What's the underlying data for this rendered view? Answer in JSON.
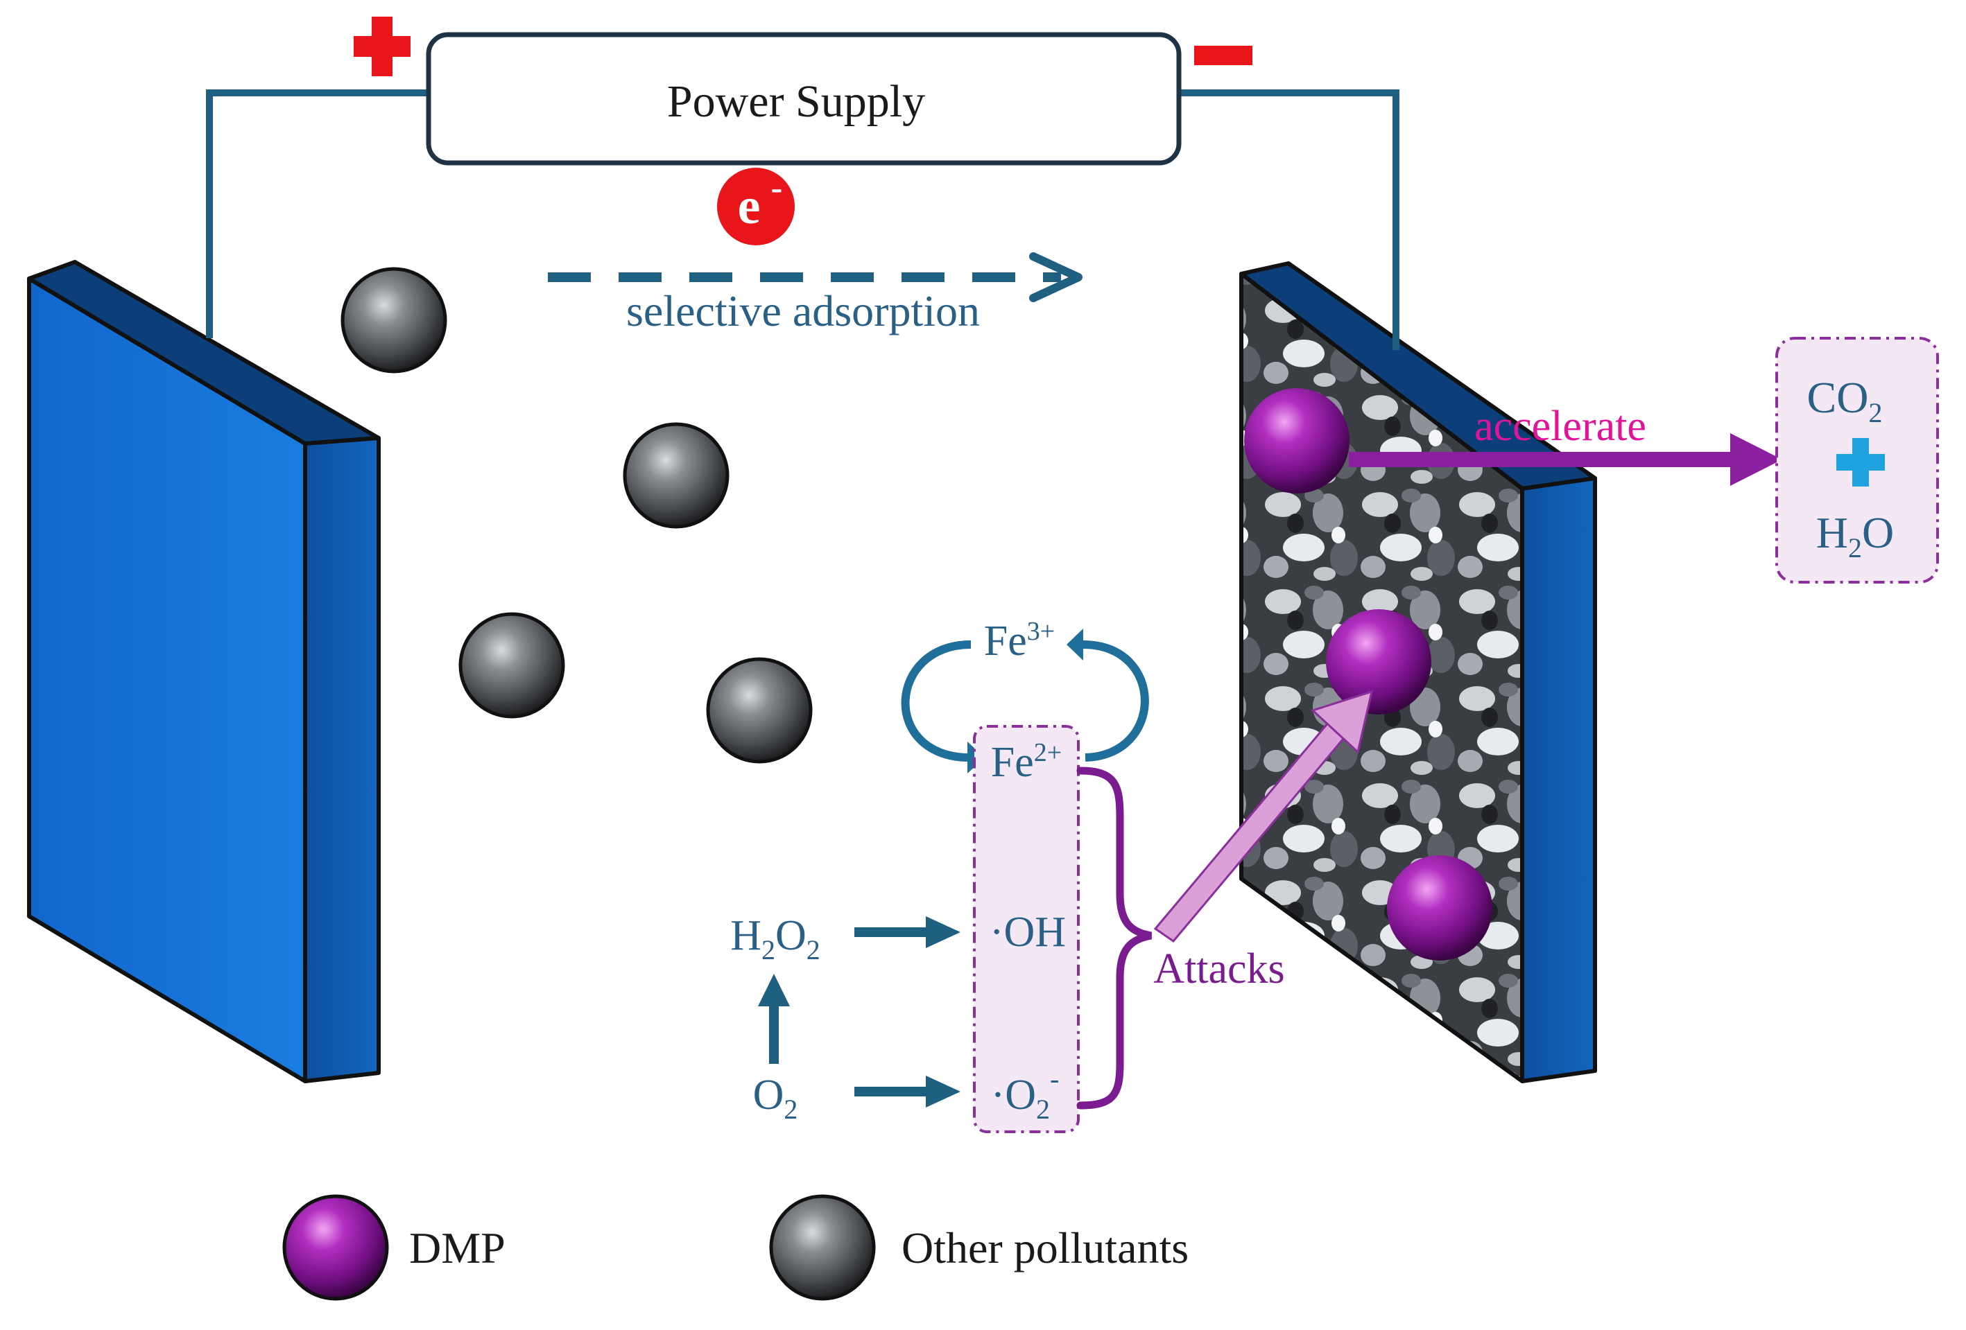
{
  "power_supply": {
    "label": "Power Supply",
    "plus": "+",
    "minus": "−"
  },
  "electron": {
    "symbol": "e",
    "charge": "-"
  },
  "adsorption": {
    "label": "selective adsorption"
  },
  "accelerate": {
    "label": "accelerate"
  },
  "products": {
    "co2_main": "CO",
    "co2_sub": "2",
    "h2o_h": "H",
    "h2o_sub": "2",
    "h2o_o": "O"
  },
  "iron": {
    "fe3_main": "Fe",
    "fe3_sup": "3+",
    "fe2_main": "Fe",
    "fe2_sup": "2+"
  },
  "radicals": {
    "oh": "·OH",
    "o2_main": "·O",
    "o2_sub": "2",
    "o2_sup": "-"
  },
  "reactants": {
    "h2o2_h": "H",
    "h2o2_sub1": "2",
    "h2o2_o": "O",
    "h2o2_sub2": "2",
    "o2_main": "O",
    "o2_sub": "2"
  },
  "attacks": {
    "label": "Attacks"
  },
  "legend": {
    "dmp": "DMP",
    "other": "Other pollutants"
  },
  "colors": {
    "electrode_blue": "#1a73d6",
    "wire": "#1f5f80",
    "text_blue": "#2a5f86",
    "purple": "#7a1b8f",
    "magenta": "#e0139a",
    "red": "#e8151b",
    "radical_box": "#f3e8f3"
  }
}
